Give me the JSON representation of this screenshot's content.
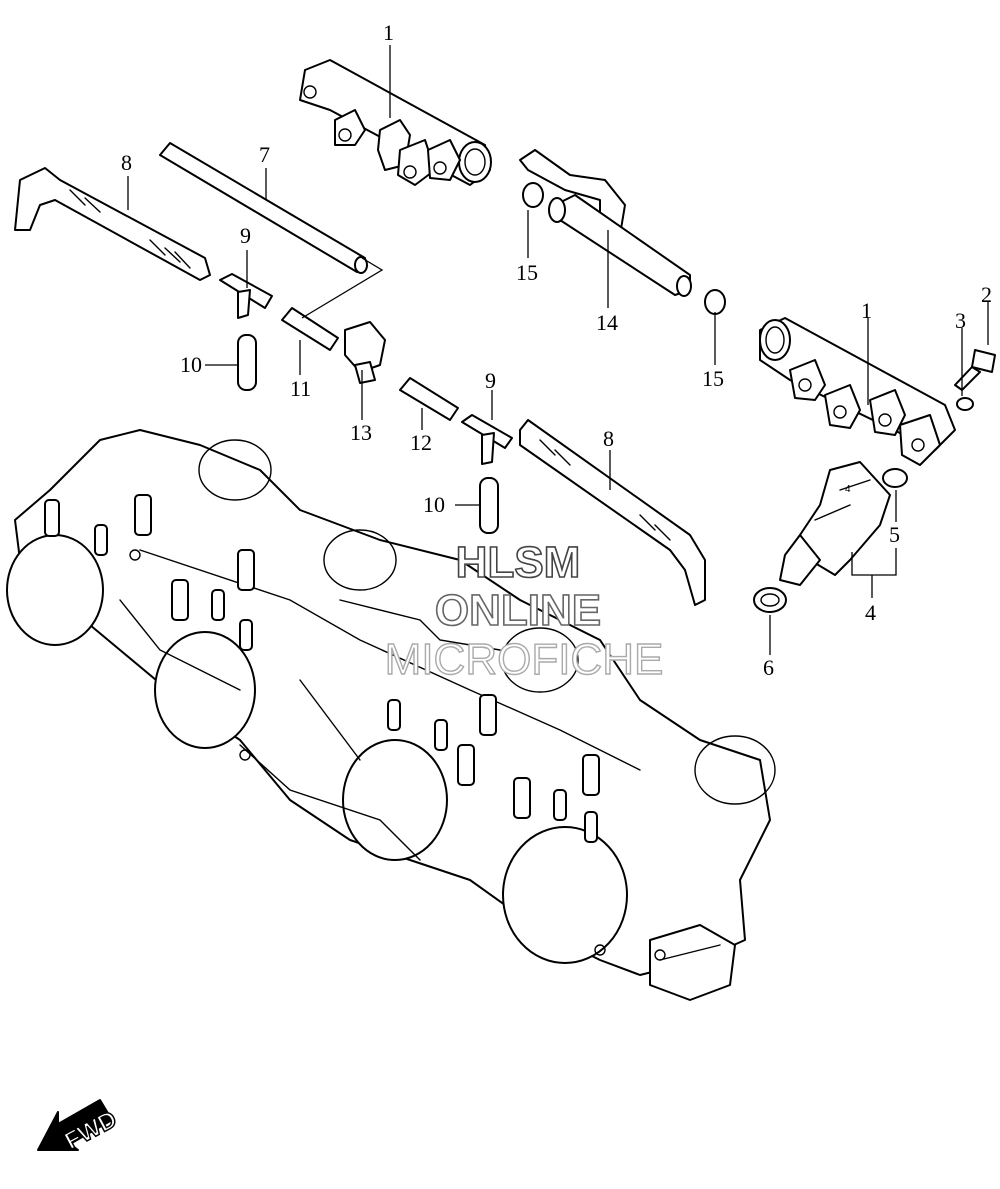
{
  "watermark": {
    "line1": "HLSM",
    "line2": "ONLINE",
    "line3": "MICROFICHE"
  },
  "fwd_label": "FWD",
  "callouts": {
    "c1_top": "1",
    "c1_right": "1",
    "c2": "2",
    "c3": "3",
    "c4": "4",
    "c5": "5",
    "c6": "6",
    "c7": "7",
    "c8_left": "8",
    "c8_mid": "8",
    "c9_left": "9",
    "c9_mid": "9",
    "c10_left": "10",
    "c10_mid": "10",
    "c11": "11",
    "c12": "12",
    "c13": "13",
    "c14": "14",
    "c15_left": "15",
    "c15_right": "15"
  },
  "colors": {
    "ink": "#000000",
    "background": "#ffffff",
    "watermark_outline": "#444444"
  }
}
